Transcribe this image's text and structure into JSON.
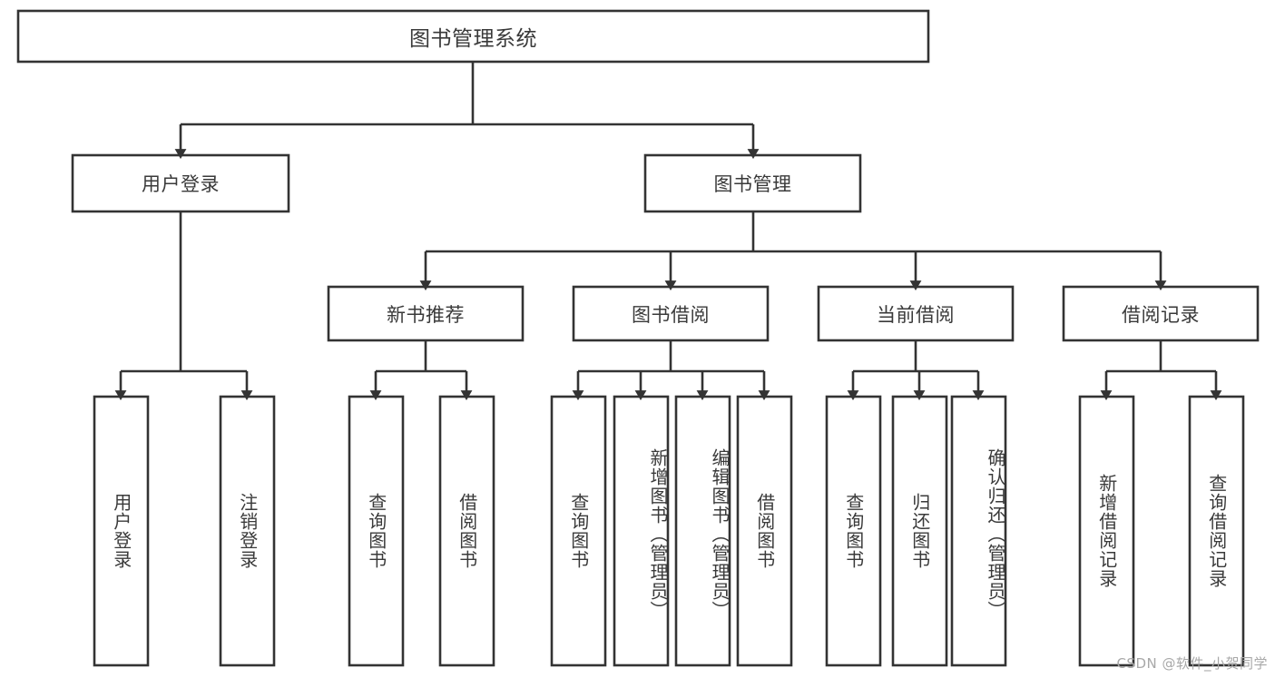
{
  "diagram": {
    "title": "图书管理系统",
    "type": "hierarchy-tree",
    "colors": {
      "box_stroke": "#333333",
      "box_fill": "#ffffff",
      "text": "#3a3a3a",
      "background": "#ffffff",
      "watermark": "#a8a8a8"
    },
    "root": {
      "label": "图书管理系统"
    },
    "level2": [
      {
        "label": "用户登录"
      },
      {
        "label": "图书管理"
      }
    ],
    "level3": [
      {
        "label": "新书推荐"
      },
      {
        "label": "图书借阅"
      },
      {
        "label": "当前借阅"
      },
      {
        "label": "借阅记录"
      }
    ],
    "leaves": {
      "user_login": [
        {
          "label": "用户登录"
        },
        {
          "label": "注销登录"
        }
      ],
      "new_book_recommend": [
        {
          "label": "查询图书"
        },
        {
          "label": "借阅图书"
        }
      ],
      "book_borrow": [
        {
          "label": "查询图书"
        },
        {
          "label": "新增图书（管理员）"
        },
        {
          "label": "编辑图书（管理员）"
        },
        {
          "label": "借阅图书"
        }
      ],
      "current_borrow": [
        {
          "label": "查询图书"
        },
        {
          "label": "归还图书"
        },
        {
          "label": "确认归还（管理员）"
        }
      ],
      "borrow_record": [
        {
          "label": "新增借阅记录"
        },
        {
          "label": "查询借阅记录"
        }
      ]
    },
    "watermark": "CSDN @软件_小贺同学"
  }
}
